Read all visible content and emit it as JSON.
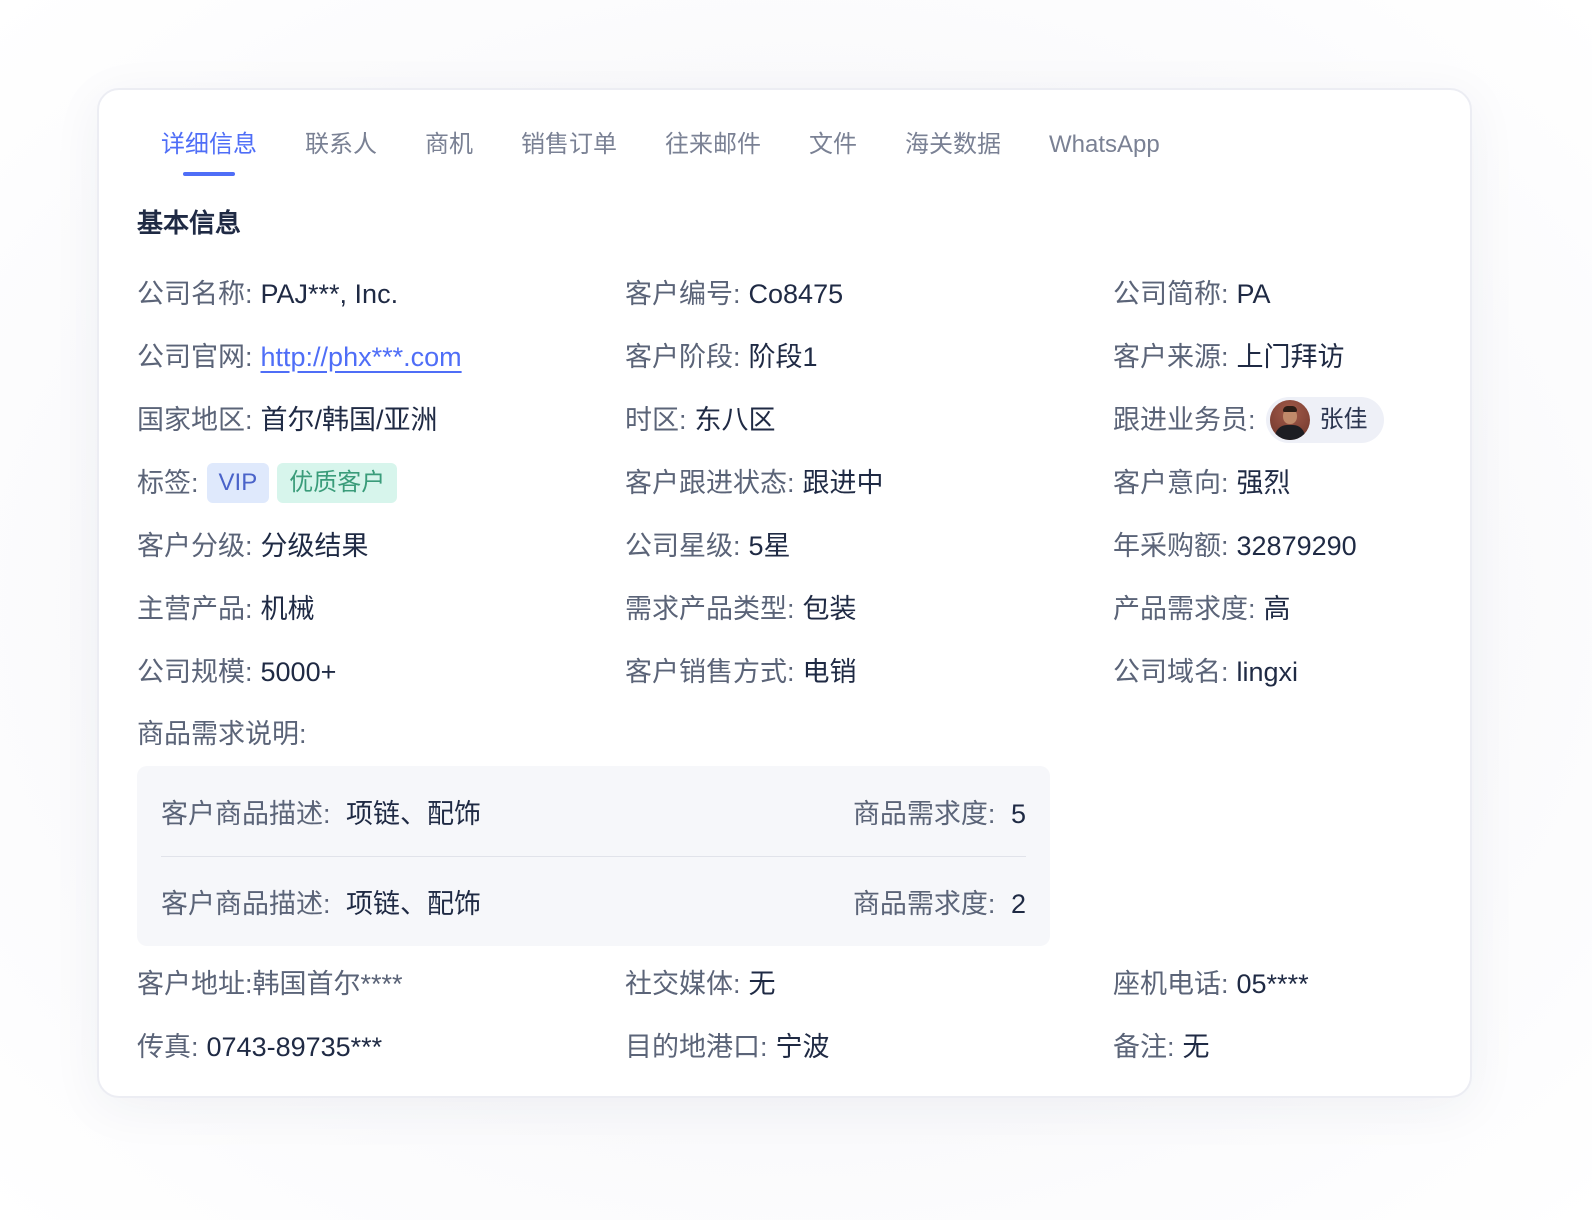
{
  "tabs": [
    {
      "label": "详细信息",
      "active": true
    },
    {
      "label": "联系人",
      "active": false
    },
    {
      "label": "商机",
      "active": false
    },
    {
      "label": "销售订单",
      "active": false
    },
    {
      "label": "往来邮件",
      "active": false
    },
    {
      "label": "文件",
      "active": false
    },
    {
      "label": "海关数据",
      "active": false
    },
    {
      "label": "WhatsApp",
      "active": false
    }
  ],
  "section_title": "基本信息",
  "fields": {
    "company_name": {
      "label": "公司名称:",
      "value": "PAJ***, Inc."
    },
    "customer_no": {
      "label": "客户编号:",
      "value": "Co8475"
    },
    "company_short": {
      "label": "公司简称:",
      "value": "PA"
    },
    "website": {
      "label": "公司官网:",
      "value": "http://phx***.com"
    },
    "customer_stage": {
      "label": "客户阶段:",
      "value": "阶段1"
    },
    "customer_source": {
      "label": "客户来源:",
      "value": "上门拜访"
    },
    "region": {
      "label": "国家地区:",
      "value": "首尔/韩国/亚洲"
    },
    "timezone": {
      "label": "时区:",
      "value": "东八区"
    },
    "salesperson": {
      "label": "跟进业务员:",
      "value": "张佳"
    },
    "tags": {
      "label": "标签:",
      "items": [
        "VIP",
        "优质客户"
      ]
    },
    "follow_status": {
      "label": "客户跟进状态:",
      "value": "跟进中"
    },
    "intention": {
      "label": "客户意向:",
      "value": "强烈"
    },
    "grade": {
      "label": "客户分级:",
      "value": "分级结果"
    },
    "star": {
      "label": "公司星级:",
      "value": "5星"
    },
    "annual_purchase": {
      "label": "年采购额:",
      "value": "32879290"
    },
    "main_product": {
      "label": "主营产品:",
      "value": "机械"
    },
    "demand_type": {
      "label": "需求产品类型:",
      "value": "包装"
    },
    "product_demand": {
      "label": "产品需求度:",
      "value": "高"
    },
    "scale": {
      "label": "公司规模:",
      "value": "5000+"
    },
    "sales_method": {
      "label": "客户销售方式:",
      "value": "电销"
    },
    "domain": {
      "label": "公司域名:",
      "value": "lingxi"
    },
    "address": {
      "label": "客户地址:",
      "value": "韩国首尔****"
    },
    "social": {
      "label": "社交媒体:",
      "value": "无"
    },
    "landline": {
      "label": "座机电话:",
      "value": "05****"
    },
    "fax": {
      "label": "传真:",
      "value": "0743-89735***"
    },
    "port": {
      "label": "目的地港口:",
      "value": "宁波"
    },
    "remark": {
      "label": "备注:",
      "value": "无"
    }
  },
  "product_desc": {
    "label": "商品需求说明:",
    "items": [
      {
        "desc_label": "客户商品描述:",
        "desc_value": "项链、配饰",
        "demand_label": "商品需求度:",
        "demand_value": "5"
      },
      {
        "desc_label": "客户商品描述:",
        "desc_value": "项链、配饰",
        "demand_label": "商品需求度:",
        "demand_value": "2"
      }
    ]
  },
  "colors": {
    "accent": "#4f6ef7",
    "label": "#5b6478",
    "value": "#1f2a44",
    "tag_vip_bg": "#dfe9fc",
    "tag_quality_bg": "#d7f5ec"
  }
}
